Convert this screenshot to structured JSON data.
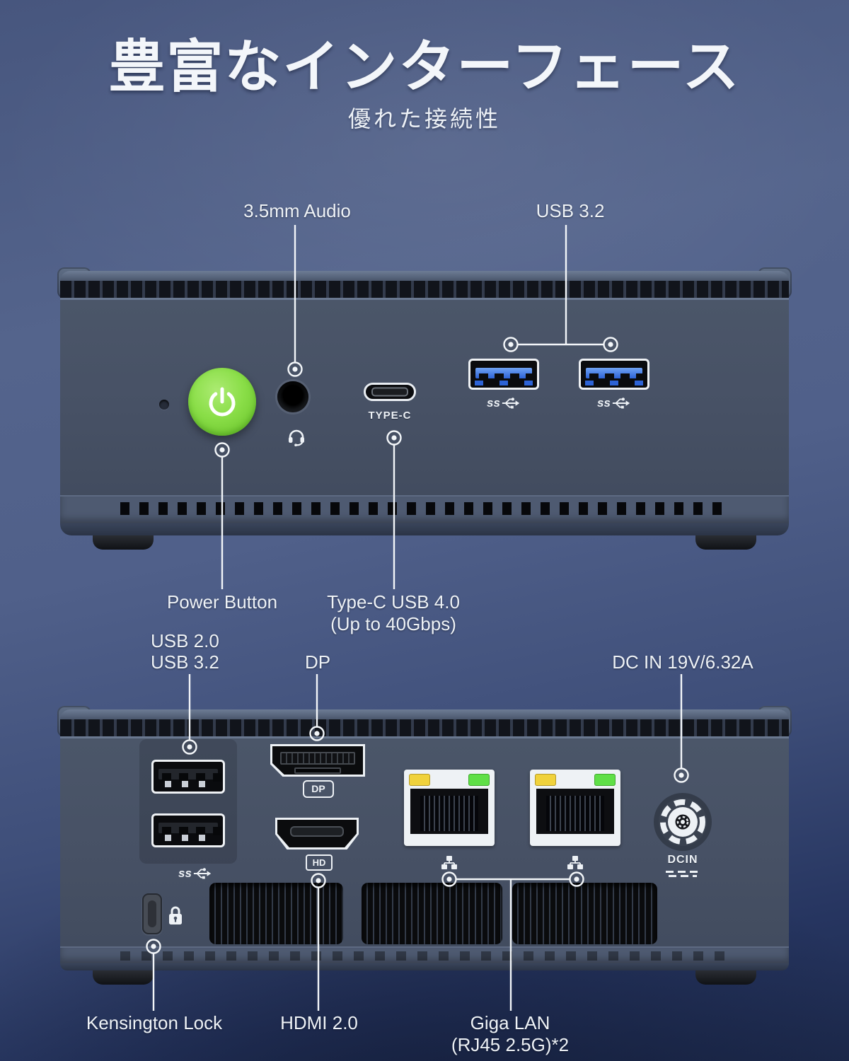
{
  "title": "豊富なインターフェース",
  "subtitle": "優れた接続性",
  "front_view": {
    "callouts": {
      "audio": "3.5mm Audio",
      "usb32": "USB 3.2",
      "power": "Power Button",
      "typec_line1": "Type-C USB 4.0",
      "typec_line2": "(Up to 40Gbps)"
    },
    "port_markings": {
      "typec": "TYPE-C",
      "ss": "ss"
    }
  },
  "back_view": {
    "callouts": {
      "usb_line1": "USB 2.0",
      "usb_line2": "USB 3.2",
      "dp": "DP",
      "dcin": "DC IN 19V/6.32A",
      "kensington": "Kensington Lock",
      "hdmi": "HDMI 2.0",
      "lan_line1": "Giga LAN",
      "lan_line2": "(RJ45 2.5G)*2"
    },
    "port_markings": {
      "ss": "ss",
      "dp_logo": "DP",
      "hdmi_logo": "HD",
      "dcin_logo": "DCIN"
    }
  },
  "colors": {
    "background_top": "#54648c",
    "background_bottom": "#1d2a4d",
    "device_body": "#475163",
    "power_button_green": "#84dc3f",
    "usb3_blue": "#2d63d6",
    "lan_led_yellow": "#f0d23c",
    "lan_led_green": "#5fdf47",
    "text": "#eef2f6"
  }
}
